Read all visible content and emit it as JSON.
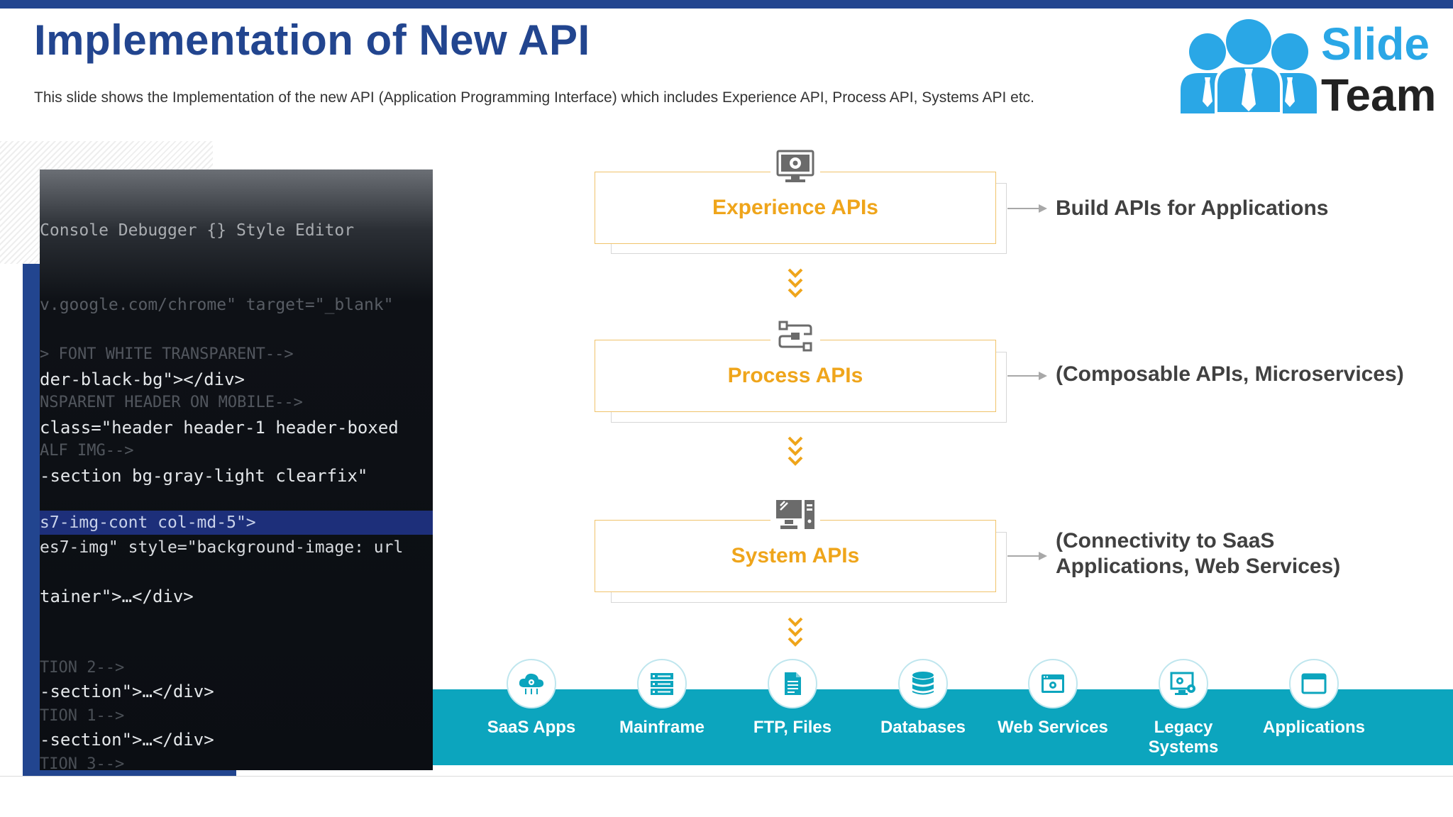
{
  "slide": {
    "title": "Implementation of New API",
    "subtitle": "This slide shows the Implementation of the new API (Application Programming Interface) which includes Experience API, Process API, Systems API etc."
  },
  "logo": {
    "line1": "Slide",
    "line2": "Team",
    "color_primary": "#2aa7e6"
  },
  "photo": {
    "lines": [
      "Console    Debugger    {} Style Editor",
      "v.google.com/chrome\" target=\"_blank\"",
      "> FONT WHITE TRANSPARENT-->",
      "der-black-bg\"></div>",
      "NSPARENT HEADER ON MOBILE-->",
      "  class=\"header header-1 header-boxed",
      "ALF IMG-->",
      "-section bg-gray-light clearfix\"",
      "s7-img-cont col-md-5\">",
      "es7-img\" style=\"background-image: url",
      "tainer\">…</div>",
      "TION 2-->",
      "-section\">…</div>",
      "TION 1-->",
      "-section\">…</div>",
      "TION 3-->"
    ]
  },
  "flow": {
    "accent_color": "#efa51b",
    "steps": [
      {
        "label": "Experience APIs",
        "icon": "monitor-gear-icon",
        "description": "Build APIs for Applications"
      },
      {
        "label": "Process APIs",
        "icon": "process-flow-icon",
        "description": "(Composable APIs, Microservices)"
      },
      {
        "label": "System APIs",
        "icon": "computer-tower-icon",
        "description": "(Connectivity to SaaS Applications, Web Services)"
      }
    ]
  },
  "systems": {
    "band_color": "#0ca5be",
    "items": [
      {
        "label": "SaaS Apps",
        "icon": "cloud-gear-icon"
      },
      {
        "label": "Mainframe",
        "icon": "server-rack-icon"
      },
      {
        "label": "FTP, Files",
        "icon": "document-icon"
      },
      {
        "label": "Databases",
        "icon": "database-icon"
      },
      {
        "label": "Web Services",
        "icon": "browser-gear-icon"
      },
      {
        "label": "Legacy Systems",
        "icon": "monitor-gears-icon"
      },
      {
        "label": "Applications",
        "icon": "app-window-icon"
      }
    ]
  }
}
